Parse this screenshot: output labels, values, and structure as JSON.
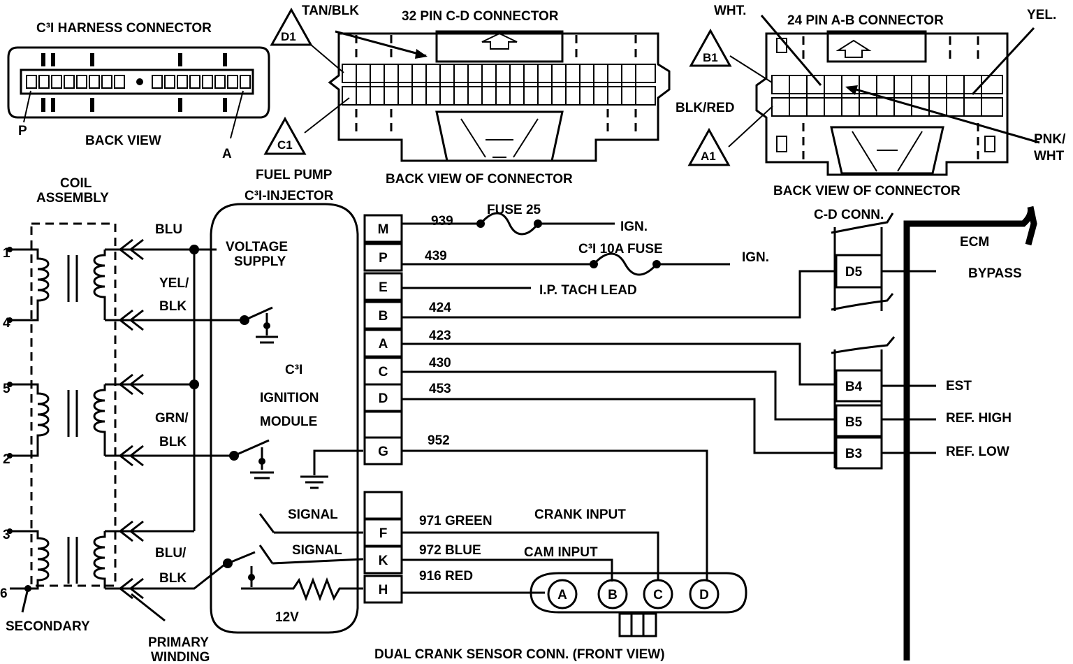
{
  "harness": {
    "title": "C³I HARNESS CONNECTOR",
    "back_view": "BACK VIEW",
    "pin_p": "P",
    "pin_a": "A"
  },
  "cd_connector": {
    "title": "32 PIN C-D CONNECTOR",
    "back_view": "BACK VIEW OF CONNECTOR",
    "tan_blk": "TAN/BLK",
    "blk_red": "BLK/RED",
    "d1": "D1",
    "c1": "C1"
  },
  "ab_connector": {
    "title": "24 PIN A-B CONNECTOR",
    "back_view": "BACK VIEW OF CONNECTOR",
    "wht": "WHT.",
    "yel": "YEL.",
    "pnk": "PNK/",
    "wht2": "WHT",
    "b1": "B1",
    "a1": "A1"
  },
  "coil": {
    "title_line1": "COIL",
    "title_line2": "ASSEMBLY",
    "terminals": [
      "1",
      "4",
      "5",
      "2",
      "3",
      "6"
    ],
    "wires": {
      "blu": "BLU",
      "yel_blk_1": "YEL/",
      "yel_blk_2": "BLK",
      "grn_blk_1": "GRN/",
      "grn_blk_2": "BLK",
      "blu_blk_1": "BLU/",
      "blu_blk_2": "BLK"
    },
    "secondary": "SECONDARY",
    "primary_1": "PRIMARY",
    "primary_2": "WINDING"
  },
  "module": {
    "header_1": "FUEL PUMP",
    "header_2": "C³I-INJECTOR",
    "voltage_1": "VOLTAGE",
    "voltage_2": "SUPPLY",
    "name_1": "C³I",
    "name_2": "IGNITION",
    "name_3": "MODULE",
    "signal_1": "SIGNAL",
    "signal_2": "SIGNAL",
    "volts": "12V"
  },
  "module_pins": [
    "M",
    "P",
    "E",
    "B",
    "A",
    "C",
    "D",
    "",
    "G",
    "",
    "F",
    "K",
    "H"
  ],
  "circuits": {
    "c939": "939",
    "c439": "439",
    "c424": "424",
    "c423": "423",
    "c430": "430",
    "c453": "453",
    "c952": "952",
    "c971": "971 GREEN",
    "c972": "972 BLUE",
    "c916": "916 RED"
  },
  "fuses": {
    "fuse25": "FUSE 25",
    "c3i_fuse": "C³I 10A FUSE",
    "ign1": "IGN.",
    "ign2": "IGN.",
    "tach": "I.P. TACH LEAD"
  },
  "ecm": {
    "cd_conn": "C-D CONN.",
    "title": "ECM",
    "d5": "D5",
    "bypass": "BYPASS",
    "b4": "B4",
    "est": "EST",
    "b5": "B5",
    "ref_high": "REF. HIGH",
    "b3": "B3",
    "ref_low": "REF. LOW"
  },
  "crank_sensor": {
    "crank_input": "CRANK  INPUT",
    "cam_input": "CAM  INPUT",
    "pins": [
      "A",
      "B",
      "C",
      "D"
    ],
    "caption": "DUAL CRANK SENSOR CONN. (FRONT VIEW)"
  }
}
